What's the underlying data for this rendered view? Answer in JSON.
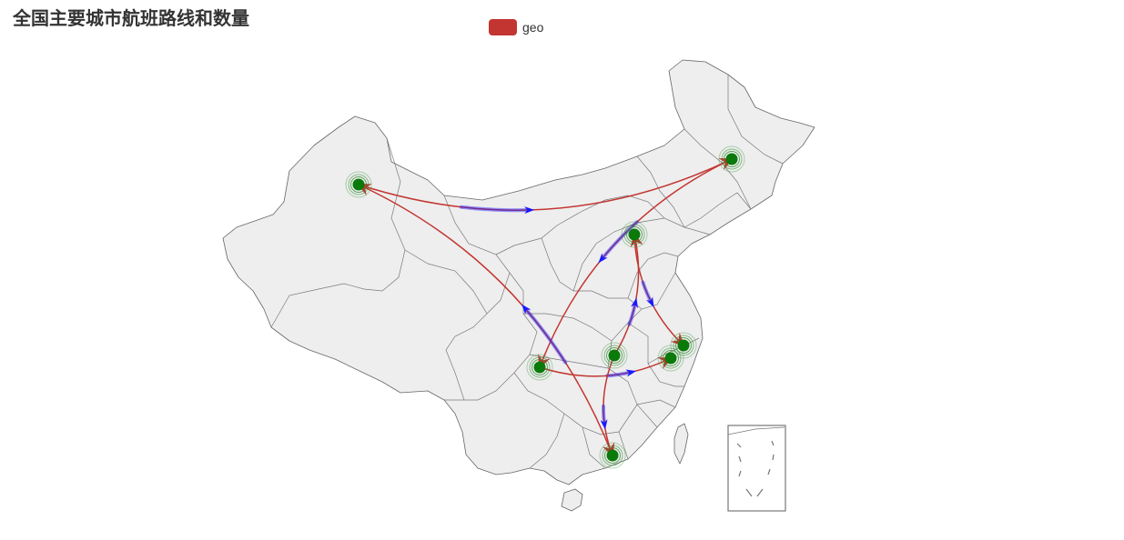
{
  "title": "全国主要城市航班路线和数量",
  "legend": {
    "label": "geo",
    "color": "#c23531"
  },
  "colors": {
    "route": "#c23531",
    "trail": "#1a1aff",
    "city": "#0a7a0a",
    "ripple": "#2e8b2e",
    "land": "#eeeeee",
    "border": "#666666"
  },
  "chart_data": {
    "type": "geo-lines",
    "map": "china",
    "series": [
      {
        "name": "geo",
        "color": "#c23531"
      }
    ],
    "routes": [
      {
        "from": "Urumqi",
        "to": "Harbin"
      },
      {
        "from": "Harbin",
        "to": "Chengdu"
      },
      {
        "from": "Chengdu",
        "to": "Hefei"
      },
      {
        "from": "Wuhan",
        "to": "Beijing"
      },
      {
        "from": "Beijing",
        "to": "Shanghai"
      },
      {
        "from": "Wuhan",
        "to": "Guangzhou"
      },
      {
        "from": "Guangzhou",
        "to": "Urumqi"
      }
    ]
  }
}
